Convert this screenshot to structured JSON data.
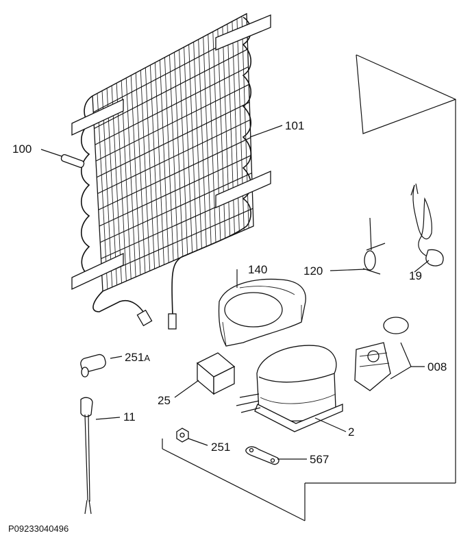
{
  "diagram": {
    "reference_code": "P09233040496",
    "parts": [
      {
        "id": "100",
        "label": "100"
      },
      {
        "id": "101",
        "label": "101"
      },
      {
        "id": "140",
        "label": "140"
      },
      {
        "id": "120",
        "label": "120"
      },
      {
        "id": "19",
        "label": "19"
      },
      {
        "id": "251A",
        "label": "251",
        "suffix": "A"
      },
      {
        "id": "25",
        "label": "25"
      },
      {
        "id": "008",
        "label": "008"
      },
      {
        "id": "11",
        "label": "11"
      },
      {
        "id": "2",
        "label": "2"
      },
      {
        "id": "251",
        "label": "251"
      },
      {
        "id": "567",
        "label": "567"
      }
    ]
  }
}
